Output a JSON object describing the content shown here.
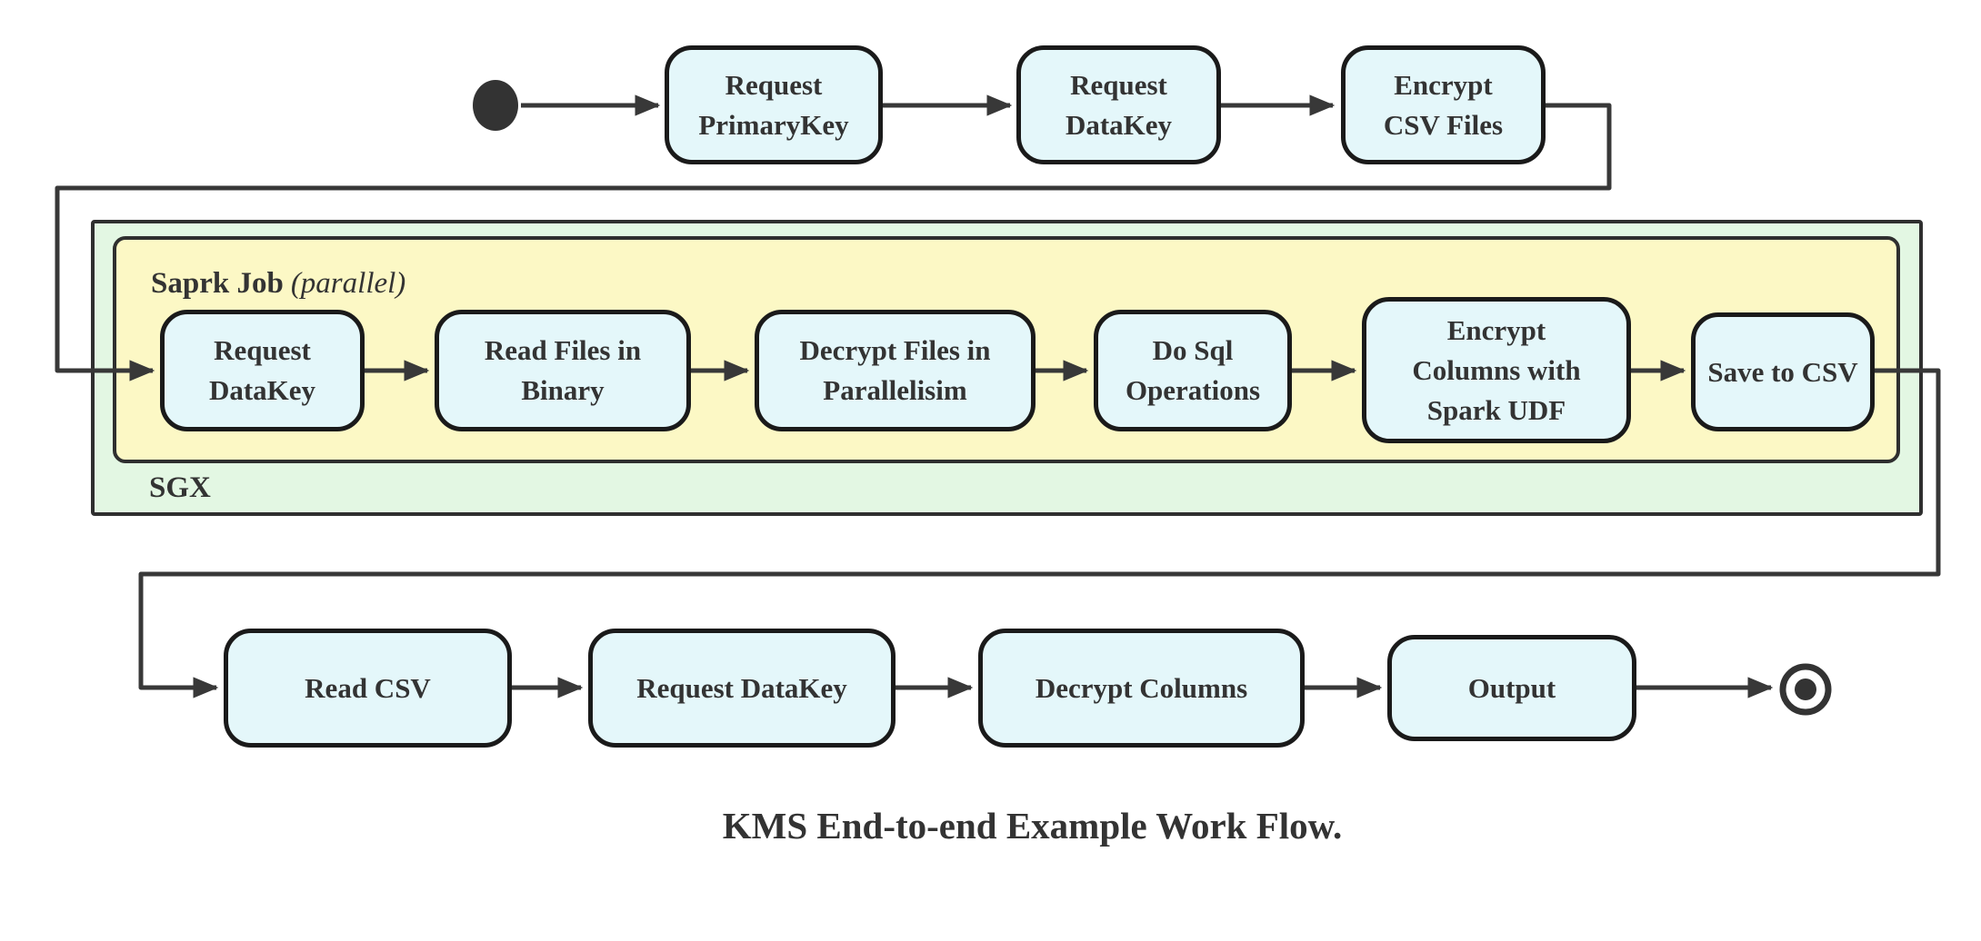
{
  "theme": {
    "node_fill": "#e4f7fa",
    "node_border": "#1a1a1a",
    "sgx_fill": "#e3f7e3",
    "sgx_border": "#2f2f2f",
    "spark_fill": "#fcf8c5",
    "spark_border": "#2f2f2f",
    "edge_color": "#383838",
    "text_color": "#333333",
    "start_end_color": "#333333"
  },
  "diagram": {
    "caption": "KMS End-to-end Example Work Flow.",
    "sgx_container": {
      "label": "SGX"
    },
    "spark_container": {
      "label": "Saprk Job",
      "label_annotation": "(parallel)"
    },
    "top_row": [
      {
        "lines": [
          "Request",
          "PrimaryKey"
        ]
      },
      {
        "lines": [
          "Request",
          "DataKey"
        ]
      },
      {
        "lines": [
          "Encrypt",
          "CSV Files"
        ]
      }
    ],
    "middle_row": [
      {
        "lines": [
          "Request",
          "DataKey"
        ]
      },
      {
        "lines": [
          "Read Files in",
          "Binary"
        ]
      },
      {
        "lines": [
          "Decrypt Files in",
          "Parallelisim"
        ]
      },
      {
        "lines": [
          "Do Sql",
          "Operations"
        ]
      },
      {
        "lines": [
          "Encrypt",
          "Columns with",
          "Spark UDF"
        ]
      },
      {
        "lines": [
          "Save to CSV"
        ]
      }
    ],
    "bottom_row": [
      {
        "lines": [
          "Read CSV"
        ]
      },
      {
        "lines": [
          "Request DataKey"
        ]
      },
      {
        "lines": [
          "Decrypt Columns"
        ]
      },
      {
        "lines": [
          "Output"
        ]
      }
    ]
  }
}
